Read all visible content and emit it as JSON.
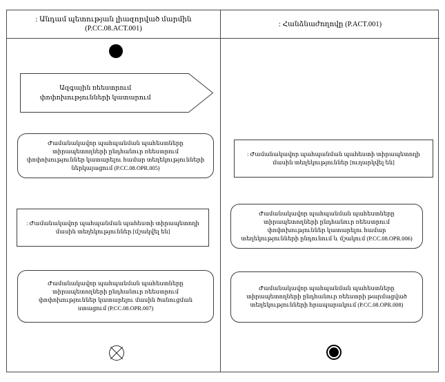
{
  "diagram": {
    "type": "uml-activity-diagram",
    "title_left": ": Անդամ պետության լիազորված մարմին (P.CC.08.ACT.001)",
    "title_right": ": Հանձնաժողովը (P.ACT.001)"
  },
  "lanes": [
    {
      "id": "lane-left",
      "header_line1": ": Անդամ պետության լիազորված մարմին",
      "header_line2": "(P.CC.08.ACT.001)"
    },
    {
      "id": "lane-right",
      "header_line1": ": Հանձնաժողովը (P.ACT.001)",
      "header_line2": ""
    }
  ],
  "nodes": {
    "initial": {
      "kind": "initial-node",
      "label": ""
    },
    "signal_send": {
      "kind": "send-signal-action",
      "label": "Ազգային ռեեստրում փոփոխությունների կատարում"
    },
    "action_opr005": {
      "kind": "action",
      "label": "Ժամանակավոր պահպանման պահեստները տիրապետողների ընդհանուր ռեեստրում փոփոխություններ կատարելու համար տեղեկությունների ներկայացում (P.CC.08.OPR.005)"
    },
    "object_sent": {
      "kind": "object-node",
      "label": ": Ժամանակավոր պահպանման պահեստի տիրապետողի մասին տեղեկություններ [ուղարկվել են]"
    },
    "object_processed": {
      "kind": "object-node",
      "label": ": Ժամանակավոր պահպանման պահեստի տիրապետողի մասին տեղեկություններ [մշակվել են]"
    },
    "action_opr006": {
      "kind": "action",
      "label": "Ժամանակավոր պահպանման պահեստները տիրապետողների ընդհանուր ռեեստրում փոփոխություններ կատարելու համար տեղեկությունների ընդունում և մշակում (P.CC.08.OPR.006)"
    },
    "action_opr007": {
      "kind": "action",
      "label": "Ժամանակավոր պահպանման պահեստները տիրապետողների ընդհանուր ռեեստրում փոփոխություններ կատարելու մասին ծանուցման ստացում (P.CC.08.OPR.007)"
    },
    "action_opr008": {
      "kind": "action",
      "label": "Ժամանակավոր պահպանման պահեստները տիրապետողների ընդհանուր ռեեստրի թարմացված տեղեկությունների հրապարակում (P.CC.08.OPR.008)"
    },
    "flow_final": {
      "kind": "flow-final-node",
      "label": ""
    },
    "activity_final": {
      "kind": "activity-final-node",
      "label": ""
    }
  },
  "colors": {
    "frame_stroke": "#4a4a4a",
    "node_stroke": "#3d3d3d",
    "edge_stroke": "#2b2b2b",
    "node_fill": "#ffffff",
    "control_fill": "#000000",
    "background": "#ffffff"
  }
}
